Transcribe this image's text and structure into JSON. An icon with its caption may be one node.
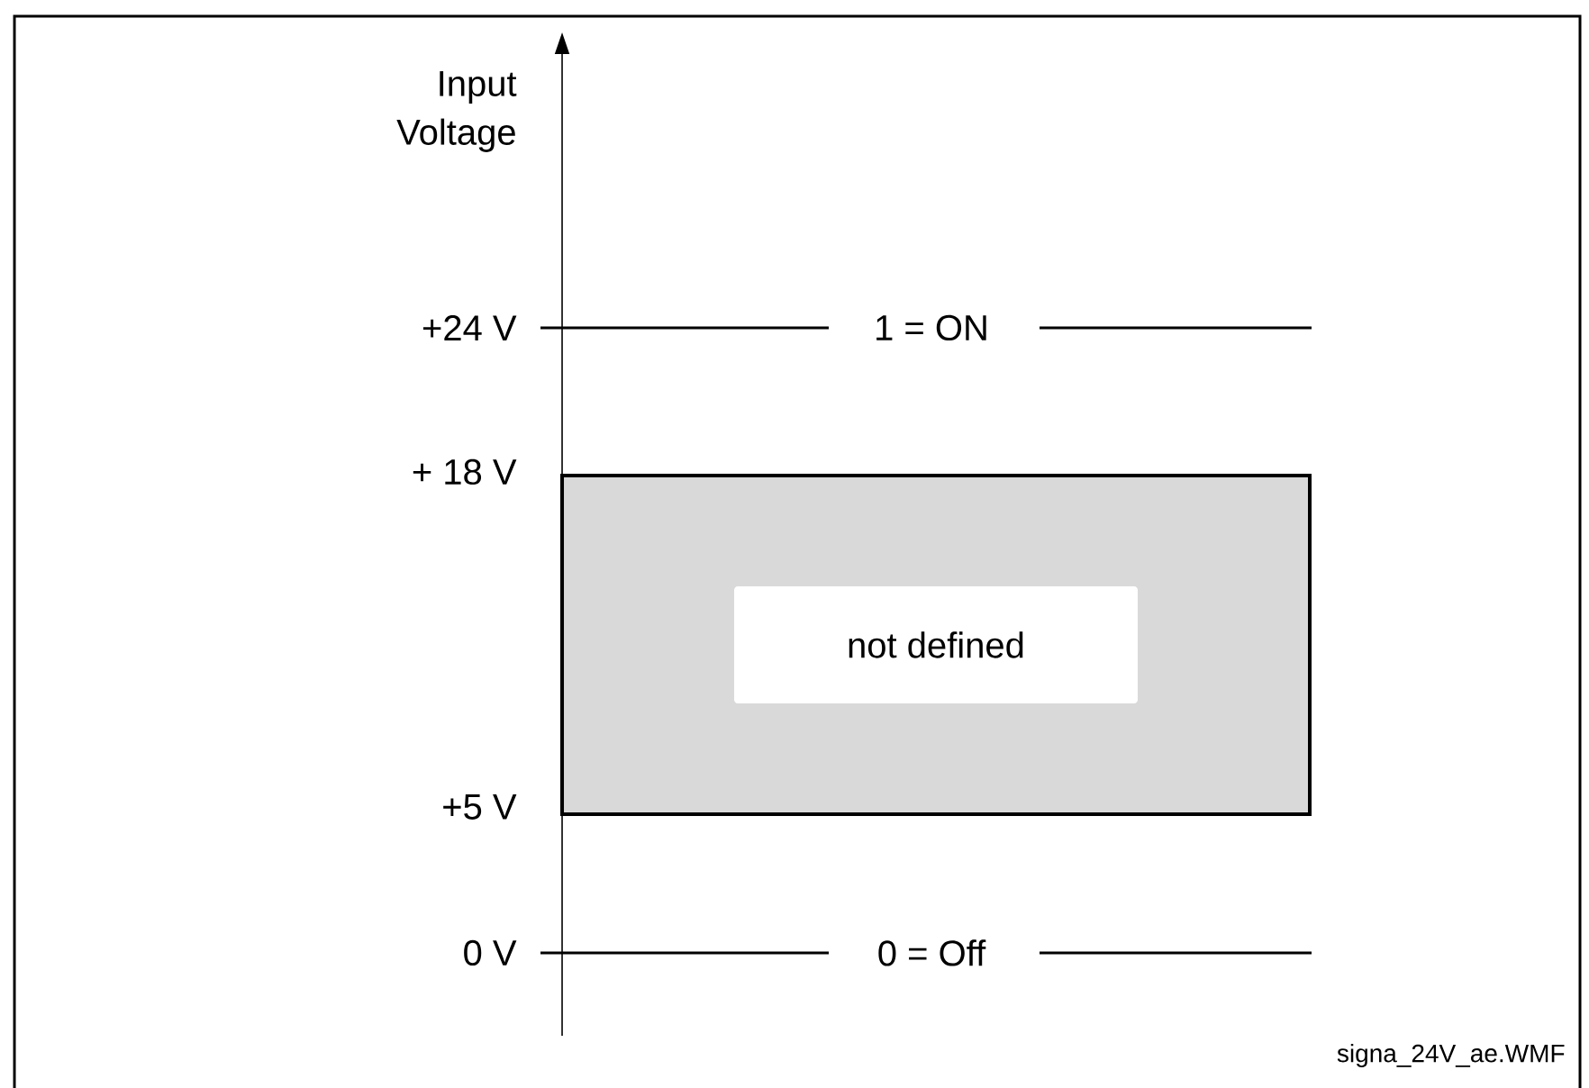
{
  "diagram": {
    "nodes": [
      {
        "text": [
          "not defined"
        ]
      }
    ],
    "labels": [
      "Input Voltage",
      "+24 V",
      "1 = ON",
      "+ 18 V",
      "+5 V",
      "0 V",
      "0 = Off",
      "signa_24V_ae.WMF"
    ]
  }
}
